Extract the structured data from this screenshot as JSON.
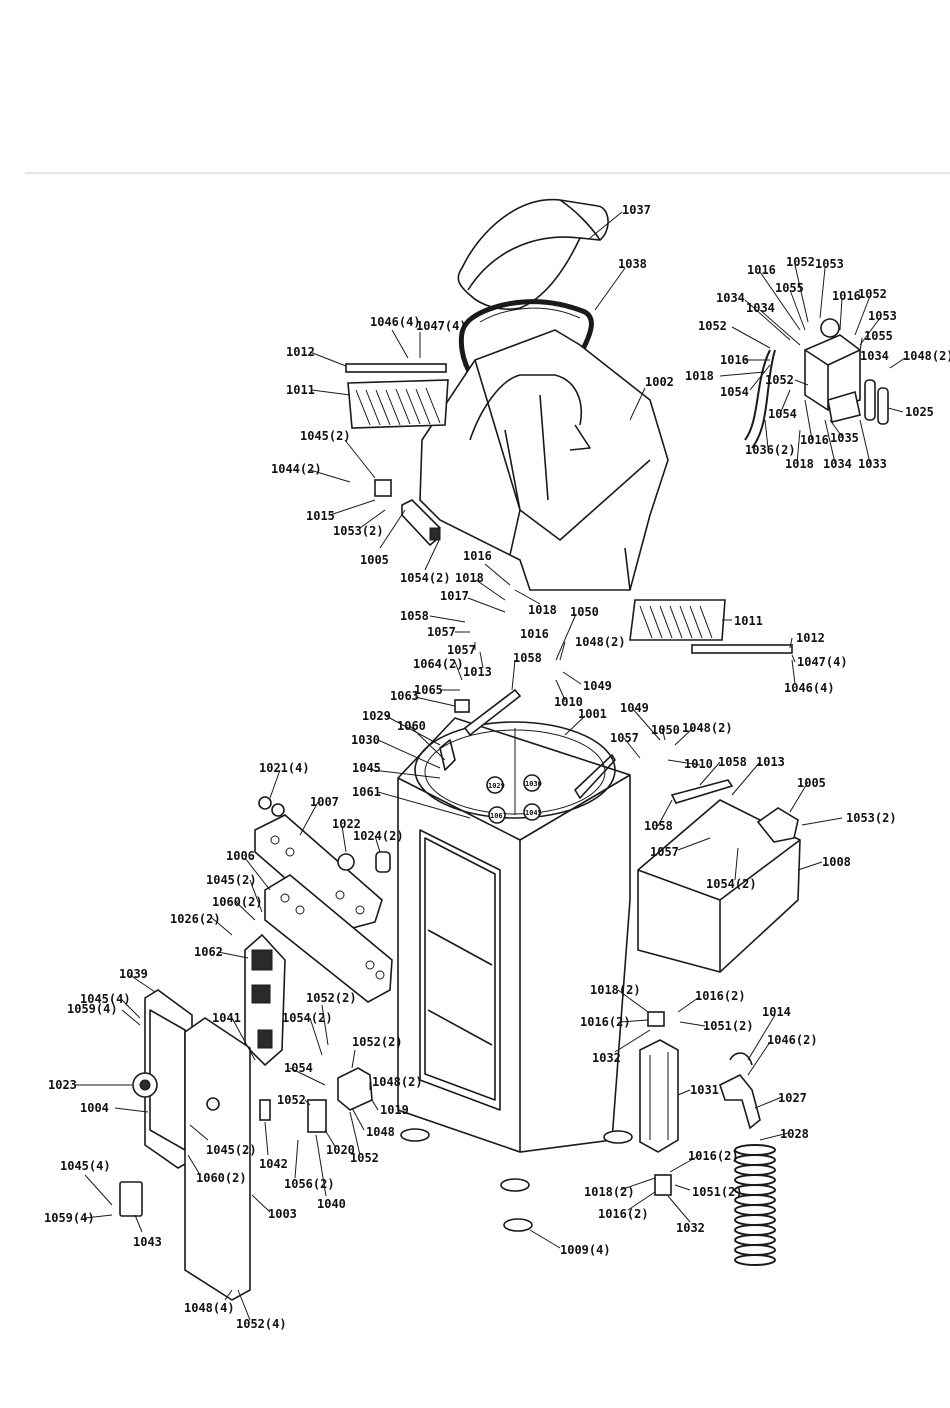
{
  "diagram": {
    "background": "#ffffff",
    "line_color": "#1a1a1a",
    "callouts": [
      {
        "id": "1037",
        "text": "1037"
      },
      {
        "id": "1038",
        "text": "1038"
      },
      {
        "id": "1046-4-top",
        "text": "1046(4)"
      },
      {
        "id": "1047-4-top",
        "text": "1047(4)"
      },
      {
        "id": "1012-top",
        "text": "1012"
      },
      {
        "id": "1011-top",
        "text": "1011"
      },
      {
        "id": "1002",
        "text": "1002"
      },
      {
        "id": "1045-2-a",
        "text": "1045(2)"
      },
      {
        "id": "1044-2",
        "text": "1044(2)"
      },
      {
        "id": "1015",
        "text": "1015"
      },
      {
        "id": "1053-2-a",
        "text": "1053(2)"
      },
      {
        "id": "1005-a",
        "text": "1005"
      },
      {
        "id": "1054-2-a",
        "text": "1054(2)"
      },
      {
        "id": "1016-a",
        "text": "1016"
      },
      {
        "id": "1018-a",
        "text": "1018"
      },
      {
        "id": "1017",
        "text": "1017"
      },
      {
        "id": "1018-b",
        "text": "1018"
      },
      {
        "id": "1016-b",
        "text": "1016"
      },
      {
        "id": "1011-right",
        "text": "1011"
      },
      {
        "id": "1012-right",
        "text": "1012"
      },
      {
        "id": "1047-4-right",
        "text": "1047(4)"
      },
      {
        "id": "1046-4-right",
        "text": "1046(4)"
      },
      {
        "id": "1058-a",
        "text": "1058"
      },
      {
        "id": "1057-a",
        "text": "1057"
      },
      {
        "id": "1057-b",
        "text": "1057"
      },
      {
        "id": "1013-a",
        "text": "1013"
      },
      {
        "id": "1058-b",
        "text": "1058"
      },
      {
        "id": "1050-a",
        "text": "1050"
      },
      {
        "id": "1048-2-a",
        "text": "1048(2)"
      },
      {
        "id": "1049-a",
        "text": "1049"
      },
      {
        "id": "1010-a",
        "text": "1010"
      },
      {
        "id": "1064-2",
        "text": "1064(2)"
      },
      {
        "id": "1065",
        "text": "1065"
      },
      {
        "id": "1063",
        "text": "1063"
      },
      {
        "id": "1029",
        "text": "1029"
      },
      {
        "id": "1060",
        "text": "1060"
      },
      {
        "id": "1001",
        "text": "1001"
      },
      {
        "id": "1030",
        "text": "1030"
      },
      {
        "id": "1045",
        "text": "1045"
      },
      {
        "id": "1061",
        "text": "1061"
      },
      {
        "id": "1049-b",
        "text": "1049"
      },
      {
        "id": "1057-c",
        "text": "1057"
      },
      {
        "id": "1050-b",
        "text": "1050"
      },
      {
        "id": "1048-2-b",
        "text": "1048(2)"
      },
      {
        "id": "1010-b",
        "text": "1010"
      },
      {
        "id": "1058-c",
        "text": "1058"
      },
      {
        "id": "1013-b",
        "text": "1013"
      },
      {
        "id": "1058-d",
        "text": "1058"
      },
      {
        "id": "1005-b",
        "text": "1005"
      },
      {
        "id": "1053-2-b",
        "text": "1053(2)"
      },
      {
        "id": "1057-d",
        "text": "1057"
      },
      {
        "id": "1054-2-b",
        "text": "1054(2)"
      },
      {
        "id": "1008",
        "text": "1008"
      },
      {
        "id": "1021-4",
        "text": "1021(4)"
      },
      {
        "id": "1007",
        "text": "1007"
      },
      {
        "id": "1022",
        "text": "1022"
      },
      {
        "id": "1024-2",
        "text": "1024(2)"
      },
      {
        "id": "1006",
        "text": "1006"
      },
      {
        "id": "1045-2-b",
        "text": "1045(2)"
      },
      {
        "id": "1060-2-a",
        "text": "1060(2)"
      },
      {
        "id": "1026-2",
        "text": "1026(2)"
      },
      {
        "id": "1062",
        "text": "1062"
      },
      {
        "id": "1039",
        "text": "1039"
      },
      {
        "id": "1045-4-a",
        "text": "1045(4)"
      },
      {
        "id": "1059-4-a",
        "text": "1059(4)"
      },
      {
        "id": "1041",
        "text": "1041"
      },
      {
        "id": "1052-2-a",
        "text": "1052(2)"
      },
      {
        "id": "1054-2-c",
        "text": "1054(2)"
      },
      {
        "id": "1052-2-b",
        "text": "1052(2)"
      },
      {
        "id": "1054-c",
        "text": "1054"
      },
      {
        "id": "1048-2-c",
        "text": "1048(2)"
      },
      {
        "id": "1023",
        "text": "1023"
      },
      {
        "id": "1004",
        "text": "1004"
      },
      {
        "id": "1052-c",
        "text": "1052"
      },
      {
        "id": "1019",
        "text": "1019"
      },
      {
        "id": "1048-c",
        "text": "1048"
      },
      {
        "id": "1045-2-c",
        "text": "1045(2)"
      },
      {
        "id": "1020",
        "text": "1020"
      },
      {
        "id": "1052-d",
        "text": "1052"
      },
      {
        "id": "1042",
        "text": "1042"
      },
      {
        "id": "1060-2-b",
        "text": "1060(2)"
      },
      {
        "id": "1056-2",
        "text": "1056(2)"
      },
      {
        "id": "1040",
        "text": "1040"
      },
      {
        "id": "1045-4-b",
        "text": "1045(4)"
      },
      {
        "id": "1003",
        "text": "1003"
      },
      {
        "id": "1059-4-b",
        "text": "1059(4)"
      },
      {
        "id": "1043",
        "text": "1043"
      },
      {
        "id": "1048-4",
        "text": "1048(4)"
      },
      {
        "id": "1052-4",
        "text": "1052(4)"
      },
      {
        "id": "1009-4",
        "text": "1009(4)"
      },
      {
        "id": "1018-2-a",
        "text": "1018(2)"
      },
      {
        "id": "1016-2-a",
        "text": "1016(2)"
      },
      {
        "id": "1016-2-b",
        "text": "1016(2)"
      },
      {
        "id": "1051-2-a",
        "text": "1051(2)"
      },
      {
        "id": "1032-a",
        "text": "1032"
      },
      {
        "id": "1014",
        "text": "1014"
      },
      {
        "id": "1046-2",
        "text": "1046(2)"
      },
      {
        "id": "1031",
        "text": "1031"
      },
      {
        "id": "1027",
        "text": "1027"
      },
      {
        "id": "1028",
        "text": "1028"
      },
      {
        "id": "1016-2-c",
        "text": "1016(2)"
      },
      {
        "id": "1018-2-b",
        "text": "1018(2)"
      },
      {
        "id": "1051-2-b",
        "text": "1051(2)"
      },
      {
        "id": "1016-2-d",
        "text": "1016(2)"
      },
      {
        "id": "1032-b",
        "text": "1032"
      },
      {
        "id": "1016-c",
        "text": "1016"
      },
      {
        "id": "1052-e",
        "text": "1052"
      },
      {
        "id": "1053-c",
        "text": "1053"
      },
      {
        "id": "1055-a",
        "text": "1055"
      },
      {
        "id": "1016-d",
        "text": "1016"
      },
      {
        "id": "1052-f",
        "text": "1052"
      },
      {
        "id": "1053-d",
        "text": "1053"
      },
      {
        "id": "1034-a",
        "text": "1034"
      },
      {
        "id": "1034-b",
        "text": "1034"
      },
      {
        "id": "1055-b",
        "text": "1055"
      },
      {
        "id": "1052-g",
        "text": "1052"
      },
      {
        "id": "1034-c",
        "text": "1034"
      },
      {
        "id": "1048-2-d",
        "text": "1048(2)"
      },
      {
        "id": "1016-e",
        "text": "1016"
      },
      {
        "id": "1018-c",
        "text": "1018"
      },
      {
        "id": "1052-h",
        "text": "1052"
      },
      {
        "id": "1054-d",
        "text": "1054"
      },
      {
        "id": "1054-e",
        "text": "1054"
      },
      {
        "id": "1025",
        "text": "1025"
      },
      {
        "id": "1016-f",
        "text": "1016"
      },
      {
        "id": "1035",
        "text": "1035"
      },
      {
        "id": "1036-2",
        "text": "1036(2)"
      },
      {
        "id": "1018-d",
        "text": "1018"
      },
      {
        "id": "1034-d",
        "text": "1034"
      },
      {
        "id": "1033",
        "text": "1033"
      },
      {
        "id": "bowl-a",
        "text": "1029"
      },
      {
        "id": "bowl-b",
        "text": "1030"
      },
      {
        "id": "bowl-c",
        "text": "1061"
      },
      {
        "id": "bowl-d",
        "text": "1045"
      }
    ]
  }
}
